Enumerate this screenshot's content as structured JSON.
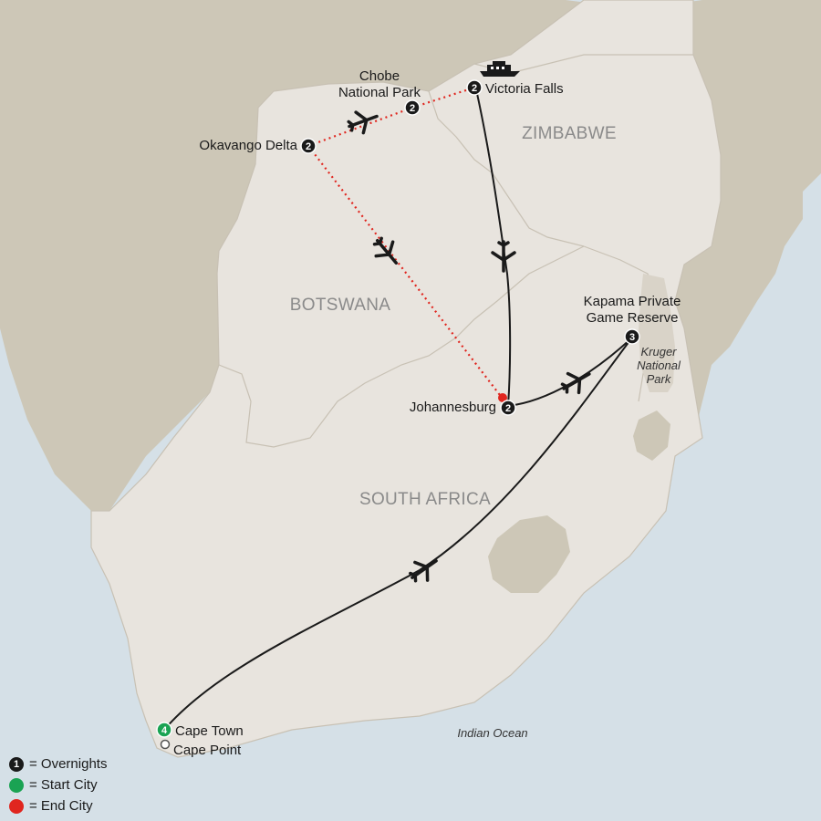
{
  "colors": {
    "ocean": "#d5e0e7",
    "outside_land": "#cdc7b7",
    "tour_land": "#e8e4de",
    "lake": "#cdc7b7",
    "border": "#c8c1b4",
    "route_flight": "#1a1a1a",
    "route_dotted": "#e0261f",
    "start": "#1aa353",
    "end": "#e0261f",
    "badge": "#1a1a1a"
  },
  "countries": {
    "botswana": "BOTSWANA",
    "zimbabwe": "ZIMBABWE",
    "south_africa": "SOUTH AFRICA"
  },
  "water_labels": {
    "indian_ocean": "Indian Ocean"
  },
  "places": {
    "victoria_falls": {
      "name": "Victoria Falls",
      "nights": "2"
    },
    "chobe": {
      "name_line1": "Chobe",
      "name_line2": "National Park",
      "nights": "2"
    },
    "okavango": {
      "name": "Okavango Delta",
      "nights": "2"
    },
    "johannesburg": {
      "name": "Johannesburg",
      "nights": "2"
    },
    "kapama": {
      "name_line1": "Kapama Private",
      "name_line2": "Game Reserve",
      "nights": "3"
    },
    "kruger": {
      "line1": "Kruger",
      "line2": "National",
      "line3": "Park"
    },
    "cape_town": {
      "name": "Cape Town",
      "nights": "4"
    },
    "cape_point": {
      "name": "Cape Point"
    }
  },
  "legend": {
    "overnights_num": "1",
    "overnights": "= Overnights",
    "start": "= Start City",
    "end": "= End City"
  },
  "icons": [
    "airplane-icon",
    "boat-icon",
    "overnight-badge",
    "start-city-dot",
    "end-city-dot"
  ]
}
